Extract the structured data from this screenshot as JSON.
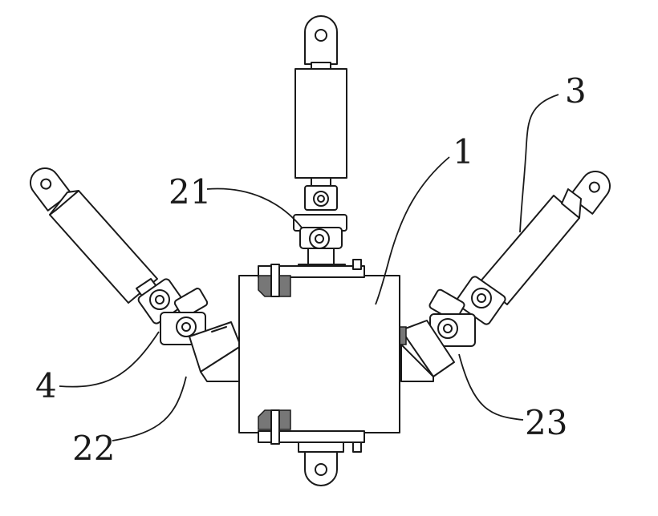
{
  "labels": {
    "l1": "1",
    "l3": "3",
    "l4": "4",
    "l21": "21",
    "l22": "22",
    "l23": "23"
  }
}
